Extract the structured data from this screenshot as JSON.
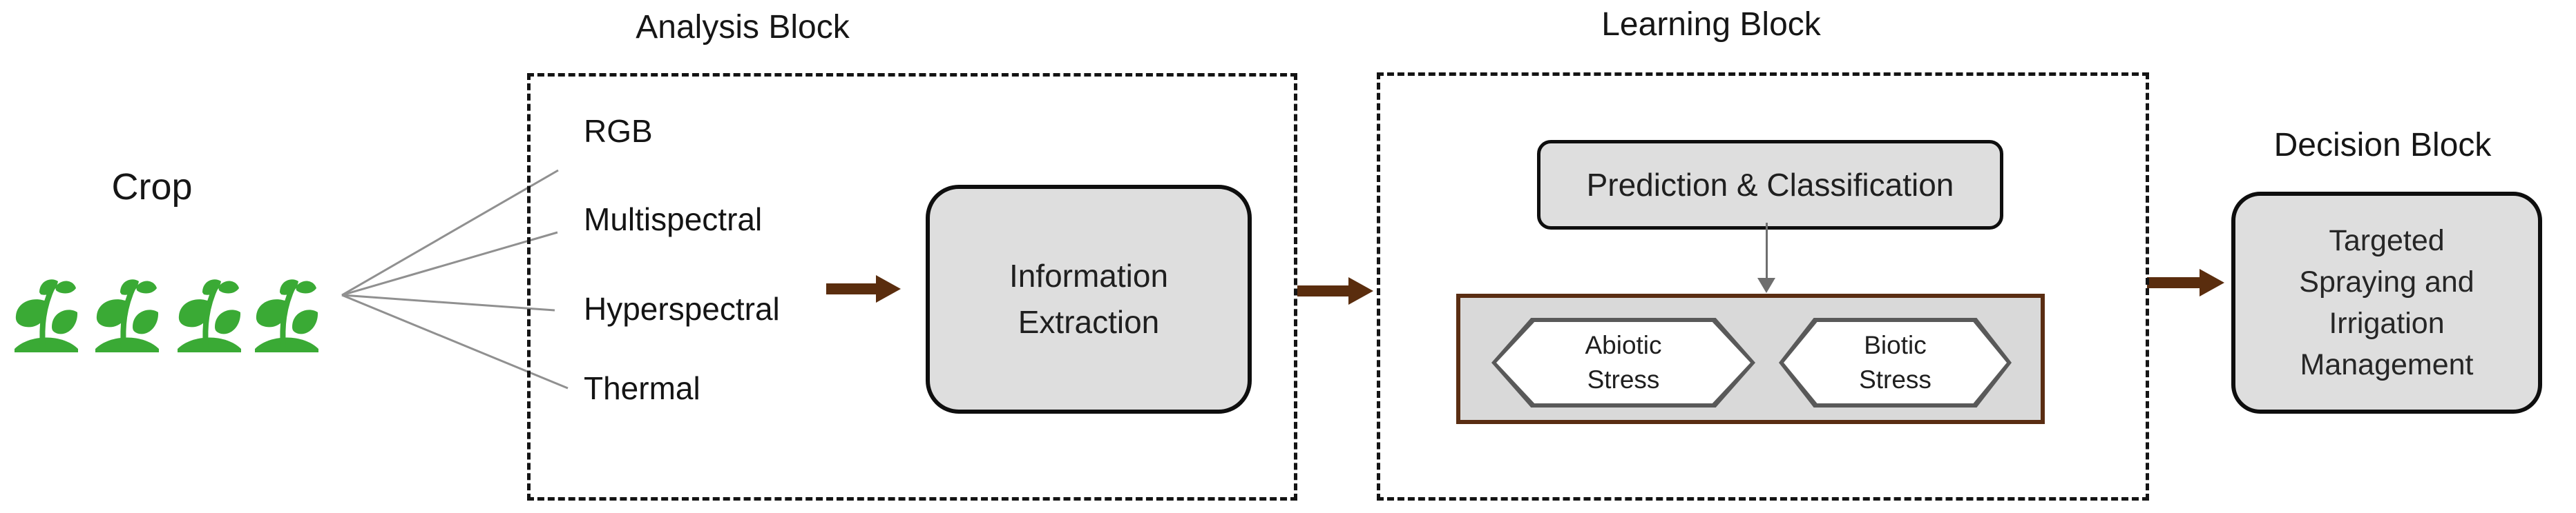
{
  "crop": {
    "label": "Crop"
  },
  "analysis": {
    "title": "Analysis Block",
    "modalities": [
      "RGB",
      "Multispectral",
      "Hyperspectral",
      "Thermal"
    ],
    "info_extraction_label": "Information\nExtraction"
  },
  "learning": {
    "title": "Learning Block",
    "prediction_label": "Prediction & Classification",
    "stresses": [
      {
        "label": "Abiotic\nStress"
      },
      {
        "label": "Biotic\nStress"
      }
    ]
  },
  "decision": {
    "title": "Decision Block",
    "action_label": "Targeted\nSpraying and\nIrrigation\nManagement"
  },
  "icons": {
    "plant": "seedling-icon",
    "flow_arrow": "right-arrow-icon",
    "classify_arrow": "down-arrow-icon"
  },
  "colors": {
    "arrow_brown": "#5a2d0e",
    "container_border_brown": "#5a2d12",
    "box_fill_gray": "#dedede",
    "container_fill_gray": "#d9d9d9",
    "hexagon_border_gray": "#595959",
    "plant_green": "#3aaa35",
    "connector_gray": "#909090",
    "text_dark": "#1c1c1c"
  }
}
